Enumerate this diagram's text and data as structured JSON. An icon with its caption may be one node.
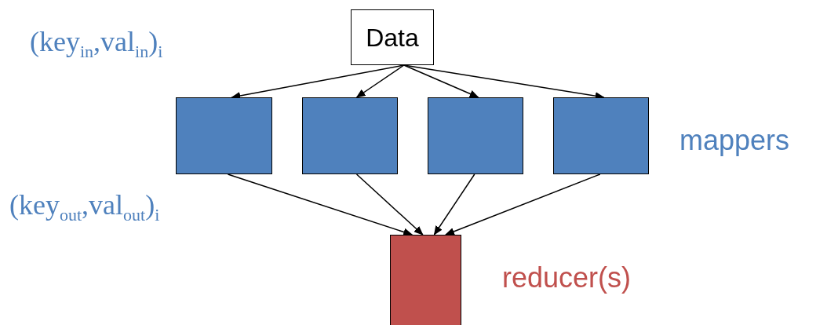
{
  "diagram": {
    "nodes": [
      {
        "text": [
          "Data"
        ]
      },
      {
        "text": [],
        "shape": "box"
      },
      {
        "text": [],
        "shape": "box"
      },
      {
        "text": [],
        "shape": "box"
      },
      {
        "text": [],
        "shape": "box",
        "beside": [
          "mappers"
        ]
      },
      {
        "text": [],
        "shape": "box",
        "beside": [
          "reducer(s)"
        ]
      }
    ],
    "edges": [
      {
        "from": 0,
        "to": 1,
        "arrow": "to"
      },
      {
        "from": 0,
        "to": 2,
        "arrow": "to"
      },
      {
        "from": 0,
        "to": 3,
        "arrow": "to"
      },
      {
        "from": 0,
        "to": 4,
        "arrow": "to"
      },
      {
        "from": 1,
        "to": 5,
        "arrow": "to"
      },
      {
        "from": 2,
        "to": 5,
        "arrow": "to"
      },
      {
        "from": 3,
        "to": 5,
        "arrow": "to"
      },
      {
        "from": 4,
        "to": 5,
        "arrow": "to"
      }
    ],
    "labels": [
      "(key$_{in}$,val$_{in}$)$_{i}$",
      "(key$_{out}$,val$_{out}$)$_{i}$"
    ]
  }
}
